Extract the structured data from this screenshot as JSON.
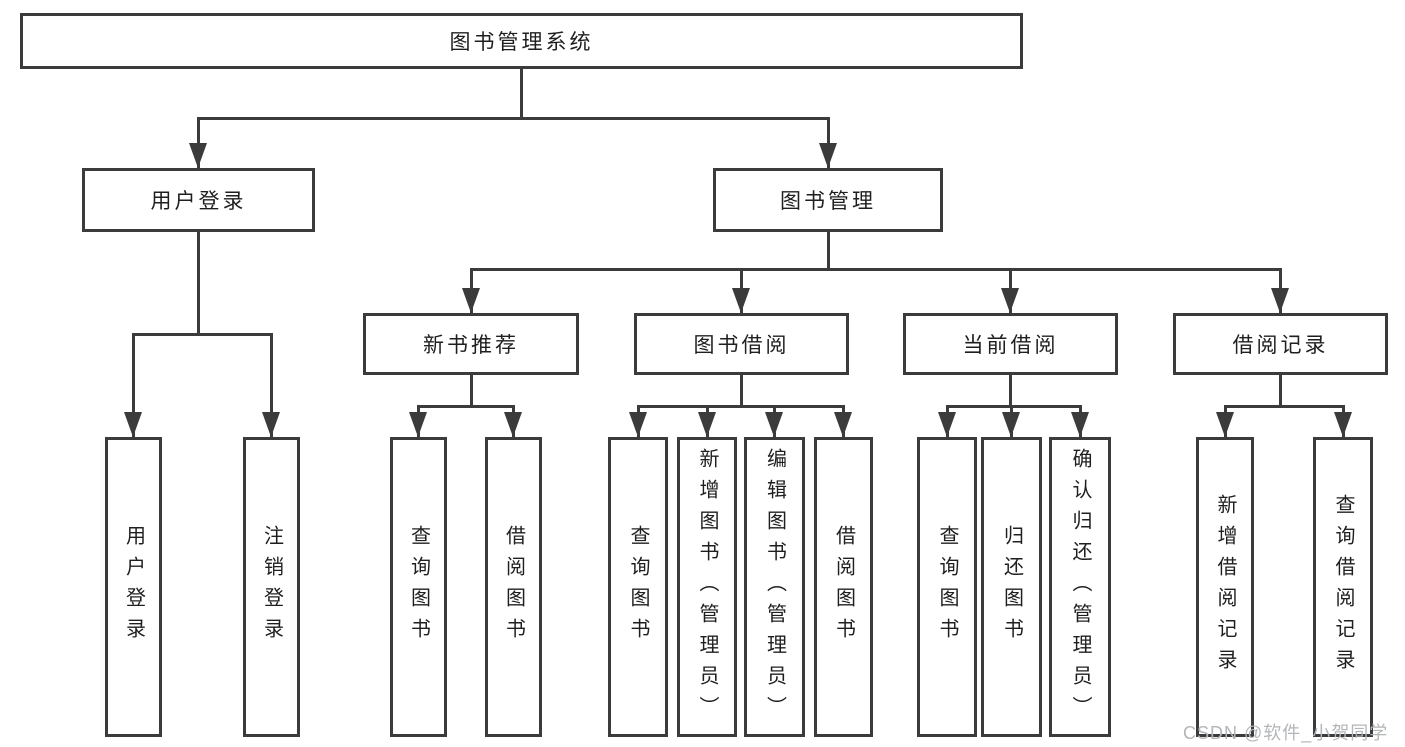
{
  "tree": {
    "label": "图书管理系统",
    "children": [
      {
        "label": "用户登录",
        "children": [
          {
            "label": "用户登录"
          },
          {
            "label": "注销登录"
          }
        ]
      },
      {
        "label": "图书管理",
        "children": [
          {
            "label": "新书推荐",
            "children": [
              {
                "label": "查询图书"
              },
              {
                "label": "借阅图书"
              }
            ]
          },
          {
            "label": "图书借阅",
            "children": [
              {
                "label": "查询图书"
              },
              {
                "label": "新增图书（管理员）"
              },
              {
                "label": "编辑图书（管理员）"
              },
              {
                "label": "借阅图书"
              }
            ]
          },
          {
            "label": "当前借阅",
            "children": [
              {
                "label": "查询图书"
              },
              {
                "label": "归还图书"
              },
              {
                "label": "确认归还（管理员）"
              }
            ]
          },
          {
            "label": "借阅记录",
            "children": [
              {
                "label": "新增借阅记录"
              },
              {
                "label": "查询借阅记录"
              }
            ]
          }
        ]
      }
    ]
  },
  "watermark": {
    "text": "CSDN @软件_小贺同学"
  },
  "colors": {
    "line": "#3b3b3b",
    "text": "#1f1f1f",
    "background": "#ffffff",
    "watermark": "#b3b6b9"
  }
}
